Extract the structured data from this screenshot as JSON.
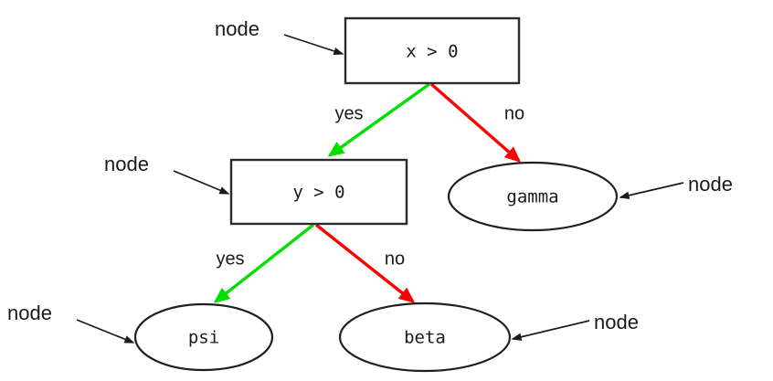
{
  "diagram": {
    "type": "decision-tree",
    "background_color": "#FFFFFF",
    "colors": {
      "yes_edge": "#00E000",
      "no_edge": "#FF0000",
      "node_outline": "#2B2B2B",
      "text": "#1A1A1A",
      "annotation": "#1A1A1A"
    },
    "nodes": [
      {
        "id": "root",
        "label": "x > 0",
        "shape": "rectangle"
      },
      {
        "id": "inner",
        "label": "y > 0",
        "shape": "rectangle"
      },
      {
        "id": "gamma",
        "label": "gamma",
        "shape": "ellipse"
      },
      {
        "id": "psi",
        "label": "psi",
        "shape": "ellipse"
      },
      {
        "id": "beta",
        "label": "beta",
        "shape": "ellipse"
      }
    ],
    "edges": [
      {
        "from": "root",
        "to": "inner",
        "label": "yes",
        "color": "#00E000"
      },
      {
        "from": "root",
        "to": "gamma",
        "label": "no",
        "color": "#FF0000"
      },
      {
        "from": "inner",
        "to": "psi",
        "label": "yes",
        "color": "#00E000"
      },
      {
        "from": "inner",
        "to": "beta",
        "label": "no",
        "color": "#FF0000"
      }
    ],
    "annotations": [
      {
        "id": "anno-root",
        "label": "node",
        "target": "root",
        "direction": "points-right-down"
      },
      {
        "id": "anno-inner",
        "label": "node",
        "target": "inner",
        "direction": "points-right-down"
      },
      {
        "id": "anno-gamma",
        "label": "node",
        "target": "gamma",
        "direction": "points-left"
      },
      {
        "id": "anno-psi",
        "label": "node",
        "target": "psi",
        "direction": "points-right-down"
      },
      {
        "id": "anno-beta",
        "label": "node",
        "target": "beta",
        "direction": "points-left"
      }
    ]
  }
}
